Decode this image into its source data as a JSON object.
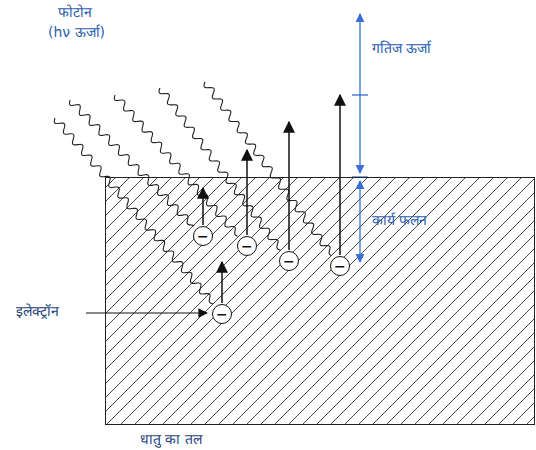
{
  "diagram": {
    "nodes": [
      {
        "text": [
          "धातु का तल"
        ]
      },
      {
        "text": [
          "−"
        ],
        "in": 0
      },
      {
        "text": [
          "−"
        ],
        "in": 0
      },
      {
        "text": [
          "−"
        ],
        "in": 0
      },
      {
        "text": [
          "−"
        ],
        "in": 0
      },
      {
        "text": [
          "−"
        ],
        "in": 0
      }
    ],
    "labels": [
      "फोटोन",
      "(hν ऊर्जा)",
      "गतिज ऊर्जा",
      "कार्य फलन",
      "इलेक्ट्रॉन"
    ]
  }
}
